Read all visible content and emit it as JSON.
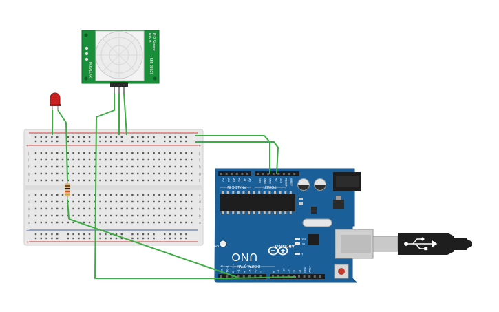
{
  "sensor": {
    "label_top": "PIR Sensor",
    "label_rev": "Rev B",
    "part_number": "555-28027",
    "label_side": "PARALLAX"
  },
  "arduino": {
    "brand": "ARDUINO",
    "model": "UNO",
    "header_power": "POWER",
    "header_analog": "ANALOG IN",
    "header_digital": "DIGITAL (PWM ~)",
    "led_on": "ON",
    "led_tx": "TX",
    "led_rx": "RX",
    "led_l": "L",
    "power_pins": [
      "IOREF",
      "RESET",
      "3V3",
      "5V",
      "GND",
      "GND",
      "VIN"
    ],
    "analog_pins": [
      "A0",
      "A1",
      "A2",
      "A3",
      "A4",
      "A5"
    ],
    "digital_pins": [
      "AREF",
      "GND",
      "13",
      "12",
      "~11",
      "~10",
      "~9",
      "8",
      "7",
      "~6",
      "~5",
      "4",
      "~3",
      "2",
      "TX→1",
      "RX←0"
    ]
  },
  "breadboard": {
    "columns": 30,
    "rows_top": [
      "j",
      "i",
      "h",
      "g",
      "f"
    ],
    "rows_bottom": [
      "e",
      "d",
      "c",
      "b",
      "a"
    ],
    "rail_plus": "+",
    "rail_minus": "−"
  },
  "colors": {
    "wire": "#3bad43",
    "board": "#1b5f98",
    "pcb_sensor": "#1a8f3a",
    "led": "#c8201e",
    "rail_red": "#d33b3b",
    "rail_blue": "#3a5fb0"
  }
}
